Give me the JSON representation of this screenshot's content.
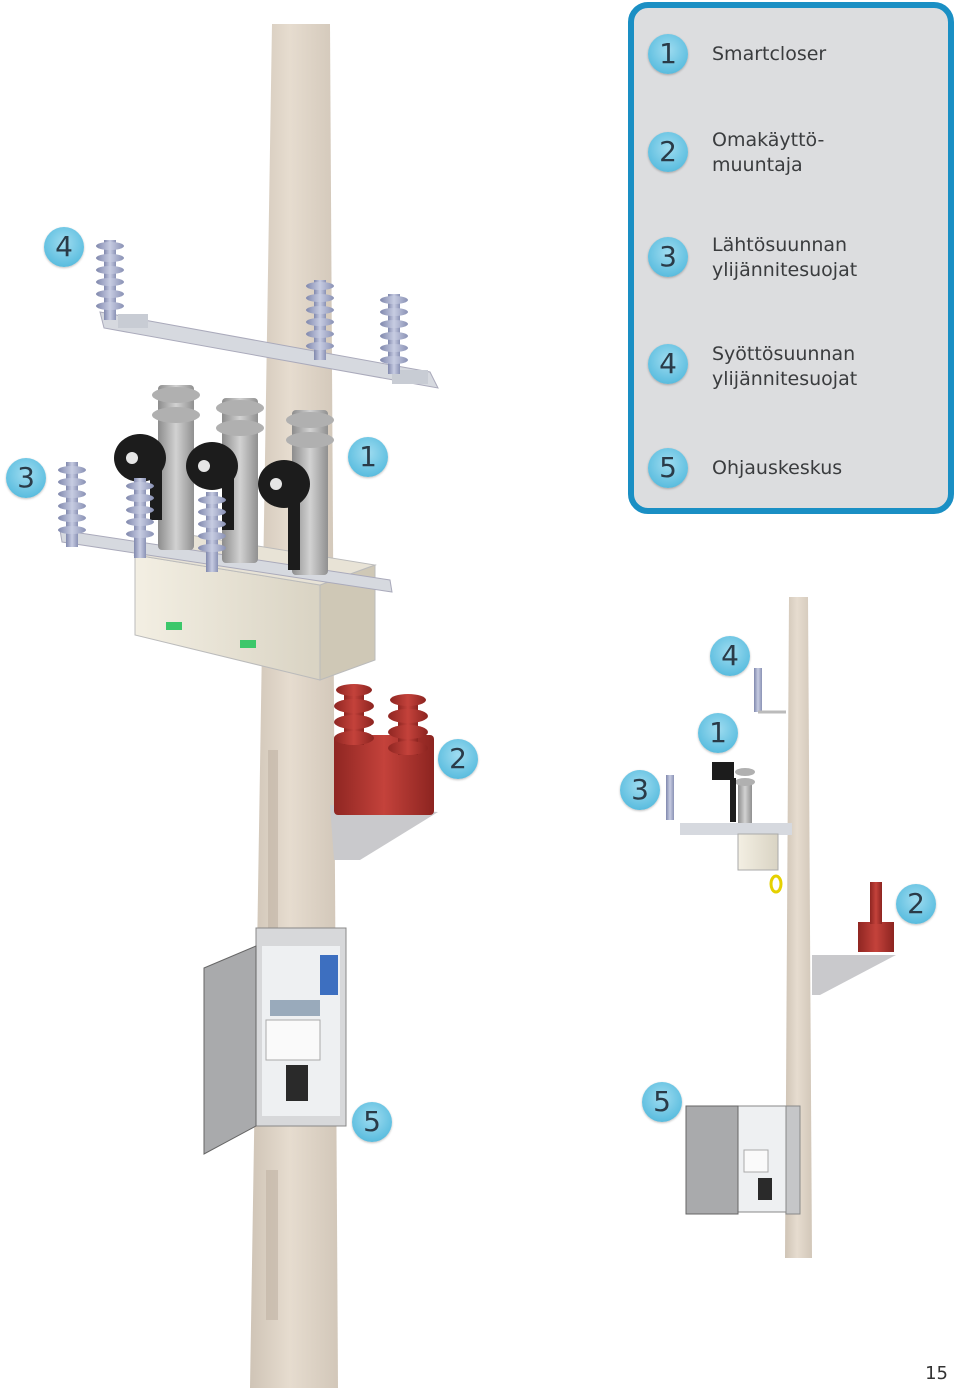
{
  "legend": {
    "items": [
      {
        "num": "1",
        "label": "Smartcloser"
      },
      {
        "num": "2",
        "label": "Omakäyttö-\nmuuntaja"
      },
      {
        "num": "3",
        "label": "Lähtösuunnan\nylijännitesuojat"
      },
      {
        "num": "4",
        "label": "Syöttösuunnan\nylijännitesuojat"
      },
      {
        "num": "5",
        "label": "Ohjauskeskus"
      }
    ]
  },
  "callouts": {
    "large": {
      "c4": "4",
      "c3": "3",
      "c1": "1",
      "c2": "2",
      "c5": "5"
    },
    "small": {
      "c4": "4",
      "c1": "1",
      "c3": "3",
      "c2": "2",
      "c5": "5"
    }
  },
  "page_number": "15",
  "colors": {
    "accent": "#1a8fc4",
    "badge": "#5fbfe0",
    "pole": "#e0d5c8",
    "transformer": "#b03530",
    "insulator": "#9aa3c2",
    "recloser": "#b9b9b9"
  }
}
